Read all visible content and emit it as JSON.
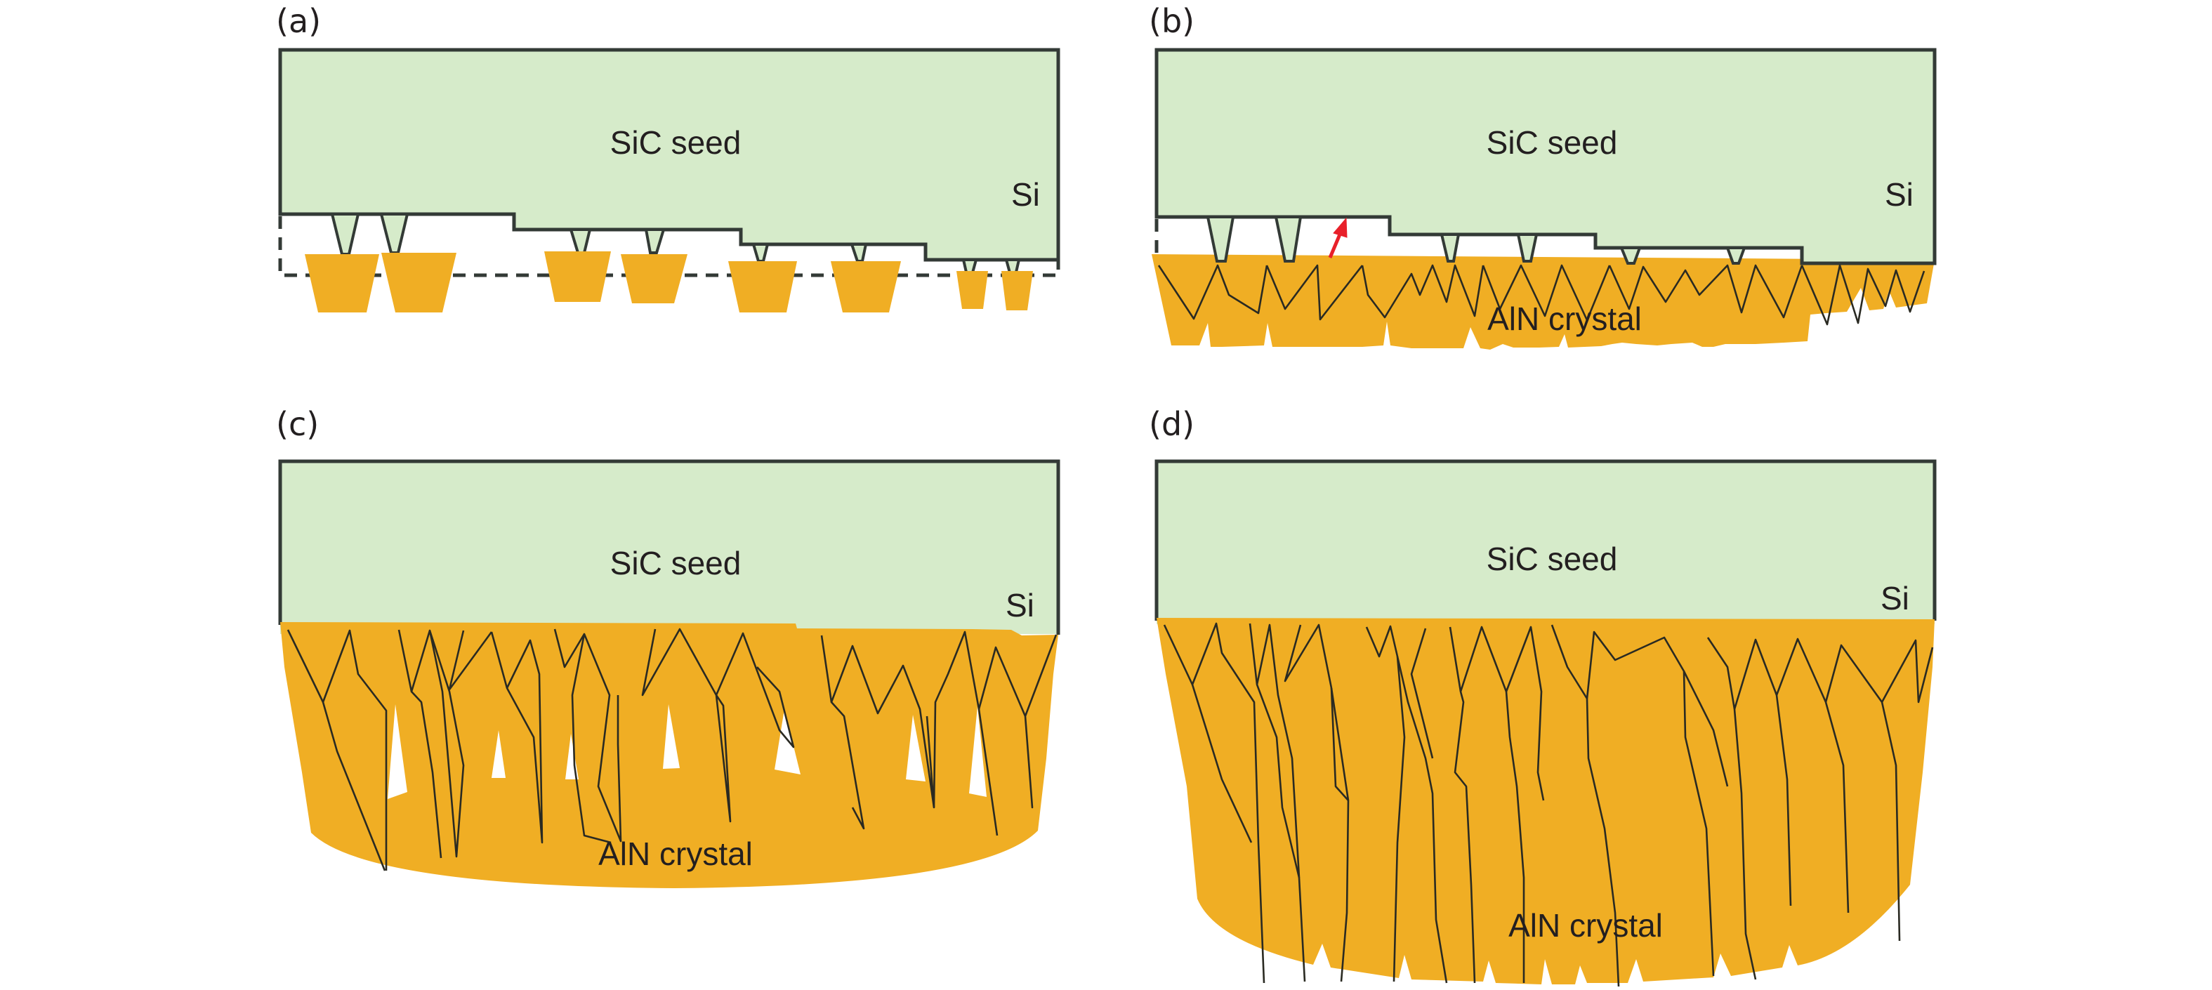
{
  "figure": {
    "panels": [
      {
        "id": "a",
        "label": "(a)",
        "seed_label": "SiC seed",
        "si_label": "Si",
        "stage": "isolated AlN nuclei grown on stepped SiC seed; dashed outline marks original seed surface",
        "crystal_label": ""
      },
      {
        "id": "b",
        "label": "(b)",
        "seed_label": "SiC seed",
        "si_label": "Si",
        "crystal_label": "AlN crystal",
        "stage": "coalesced AlN layer with grain boundaries; red arrow indicates gap at seed step",
        "annotation": "red-arrow"
      },
      {
        "id": "c",
        "label": "(c)",
        "seed_label": "SiC seed",
        "si_label": "Si",
        "crystal_label": "AlN crystal",
        "stage": "thicker AlN crystal with columnar grains and triangular voids"
      },
      {
        "id": "d",
        "label": "(d)",
        "seed_label": "SiC seed",
        "si_label": "Si",
        "crystal_label": "AlN crystal",
        "stage": "thick dense AlN crystal with columnar grain boundaries"
      }
    ],
    "colors": {
      "sic_seed": "#d6ebca",
      "aln_crystal": "#f0ae24",
      "outline": "#333a36",
      "arrow": "#e8202a"
    }
  }
}
